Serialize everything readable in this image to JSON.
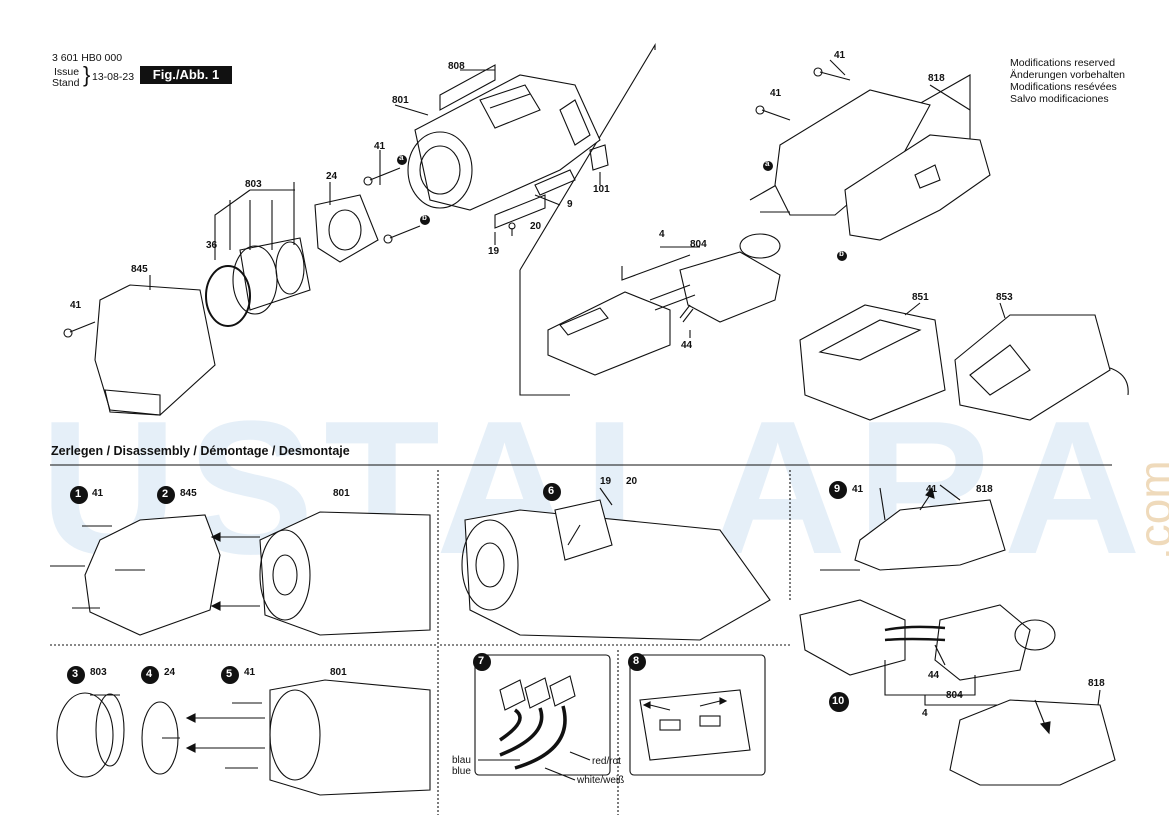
{
  "header": {
    "part_number": "3 601 HB0 000",
    "issue_label": "Issue",
    "stand_label": "Stand",
    "date": "13-08-23",
    "figure_label": "Fig./Abb. 1"
  },
  "modifications": [
    "Modifications reserved",
    "Änderungen vorbehalten",
    "Modifications resévées",
    "Salvo modificaciones"
  ],
  "section_title": "Zerlegen / Disassembly / Démontage / Desmontaje",
  "watermark": {
    "text": "USTALARA",
    "suffix": ".com"
  },
  "callouts": {
    "c808": "808",
    "c801": "801",
    "c41a": "41",
    "c101": "101",
    "c9": "9",
    "c20": "20",
    "c19": "19",
    "c803": "803",
    "c24": "24",
    "c36": "36",
    "c845": "845",
    "c41b": "41",
    "c4": "4",
    "c804": "804",
    "c44": "44",
    "c41c": "41",
    "c41d": "41",
    "c818": "818",
    "c851": "851",
    "c853": "853",
    "letter_a1": "a",
    "letter_b1": "b",
    "letter_a2": "a",
    "letter_b2": "b"
  },
  "steps": [
    {
      "n": "1",
      "labels": [
        "41"
      ]
    },
    {
      "n": "2",
      "labels": [
        "845",
        "801"
      ]
    },
    {
      "n": "3",
      "labels": [
        "803"
      ]
    },
    {
      "n": "4",
      "labels": [
        "24"
      ]
    },
    {
      "n": "5",
      "labels": [
        "41",
        "801"
      ]
    },
    {
      "n": "6",
      "labels": [
        "19",
        "20"
      ]
    },
    {
      "n": "7",
      "labels": []
    },
    {
      "n": "8",
      "labels": []
    },
    {
      "n": "9",
      "labels": [
        "41",
        "41",
        "818"
      ]
    },
    {
      "n": "10",
      "labels": [
        "44",
        "804",
        "4",
        "818"
      ]
    }
  ],
  "wires": {
    "blue": "blau\nblue",
    "red": "red/rot",
    "white": "white/weiß"
  },
  "colors": {
    "ink": "#111111",
    "watermark_blue": "#2878c8",
    "watermark_orange": "#d2963c"
  }
}
